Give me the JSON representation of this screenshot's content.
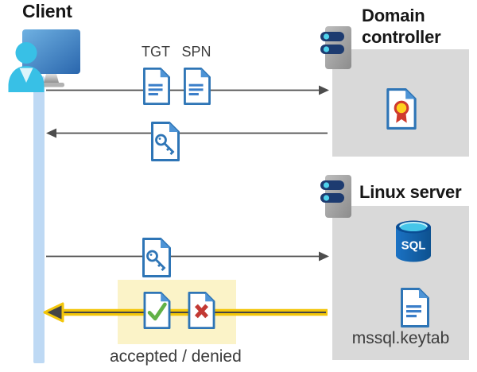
{
  "diagram": {
    "client": {
      "label": "Client"
    },
    "domain_controller": {
      "label_line1": "Domain",
      "label_line2": "controller"
    },
    "linux_server": {
      "label": "Linux server",
      "sql_label": "SQL",
      "keytab_label": "mssql.keytab"
    },
    "tickets": {
      "tgt_label": "TGT",
      "spn_label": "SPN"
    },
    "result": {
      "label": "accepted / denied"
    },
    "colors": {
      "doc_border_blue": "#2e75b6",
      "doc_fold_blue": "#4e94d6",
      "timeline_blue": "#bed9f4",
      "monitor_blue": "#2a66ad",
      "person_cyan": "#38c0e6",
      "box_gray": "#d9d9d9",
      "highlight_yellow": "#fbf3c8",
      "arrow_yellow": "#f3c60a",
      "arrow_dark": "#4d4d4d",
      "check_green": "#62b146",
      "cross_red": "#c23934",
      "sql_blue": "#1160ae",
      "cert_seal_yellow": "#ffd21e",
      "cert_ribbon_red": "#cf3a2d",
      "server_pill_navy": "#1d3b70",
      "server_dot_cyan": "#4fd2ec"
    }
  }
}
